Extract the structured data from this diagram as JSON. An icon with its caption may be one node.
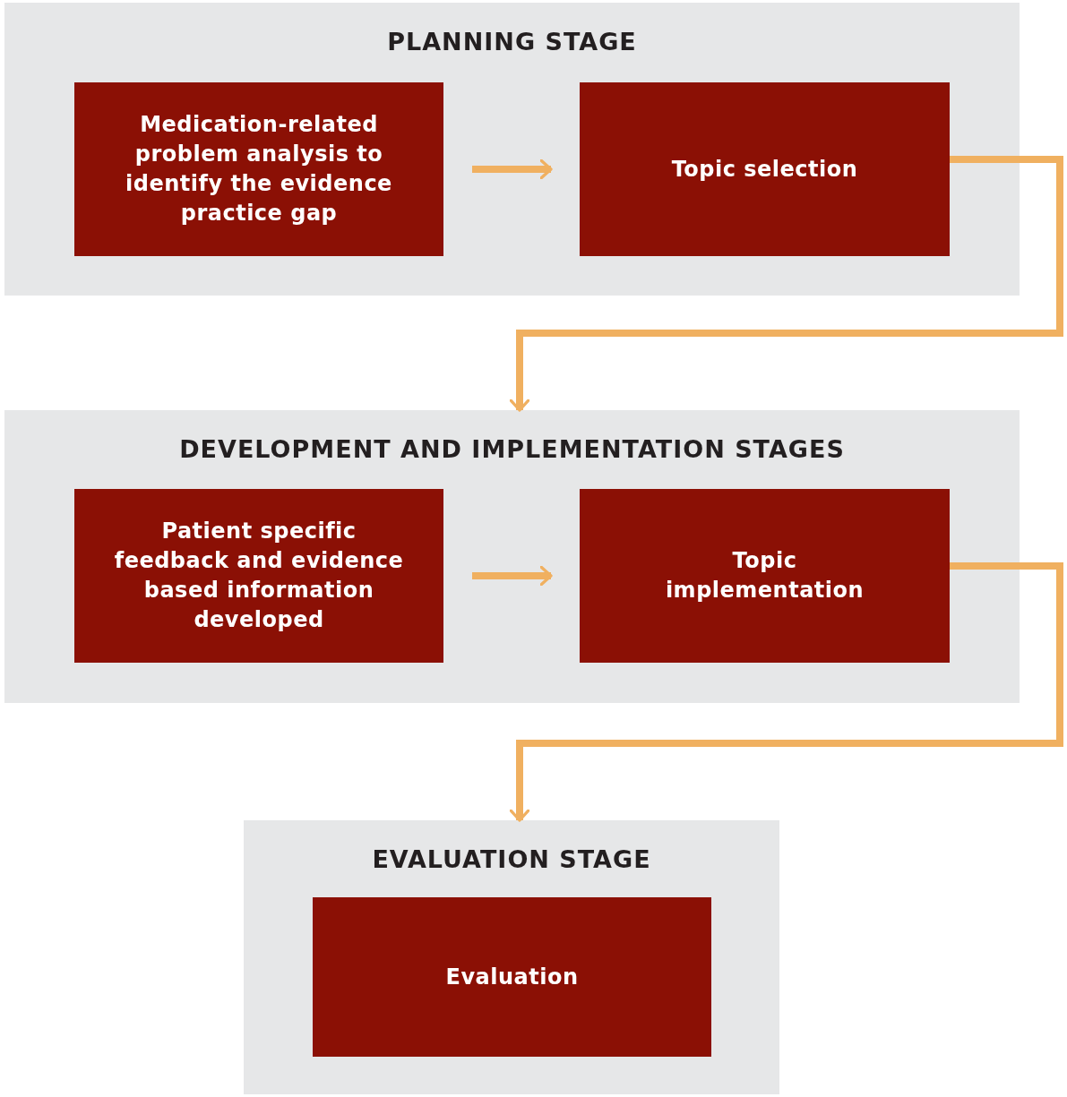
{
  "diagram": {
    "nodes": [
      {
        "text": [
          "PLANNING STAGE"
        ]
      },
      {
        "text": [
          "Medication-related problem analysis to identify the evidence practice gap"
        ],
        "in": 0
      },
      {
        "text": [
          "Topic selection"
        ],
        "in": 0
      },
      {
        "text": [
          "DEVELOPMENT AND IMPLEMENTATION STAGES"
        ]
      },
      {
        "text": [
          "Patient specific feedback and evidence based information developed"
        ],
        "in": 3
      },
      {
        "text": [
          "Topic implementation"
        ],
        "in": 3
      },
      {
        "text": [
          "EVALUATION STAGE"
        ]
      },
      {
        "text": [
          "Evaluation"
        ],
        "in": 6
      }
    ],
    "edges": [
      {
        "from": 1,
        "to": 2,
        "arrow": "to"
      },
      {
        "from": 2,
        "to": 3,
        "arrow": "to"
      },
      {
        "from": 4,
        "to": 5,
        "arrow": "to"
      },
      {
        "from": 5,
        "to": 6,
        "arrow": "to"
      }
    ]
  }
}
